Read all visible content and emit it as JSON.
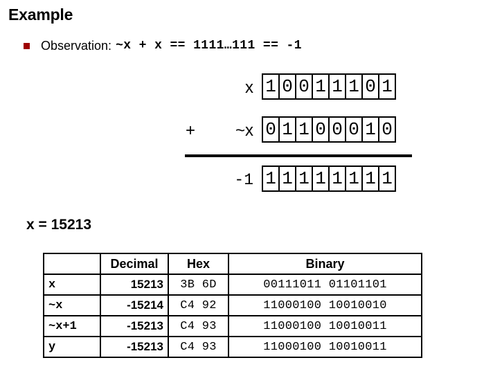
{
  "slide": {
    "title": "Example"
  },
  "bullet": {
    "marker_icon": "square-bullet-icon",
    "marker_color": "#9e0000",
    "label": "Observation:",
    "expression": "~x + x == 1111…111 == -1"
  },
  "bit_diagram": {
    "rows": [
      {
        "op": "",
        "label": "x",
        "label_mono": false,
        "bits": [
          "1",
          "0",
          "0",
          "1",
          "1",
          "1",
          "0",
          "1"
        ]
      },
      {
        "op": "+",
        "label": "~x",
        "label_mono": false,
        "bits": [
          "0",
          "1",
          "1",
          "0",
          "0",
          "0",
          "1",
          "0"
        ]
      },
      {
        "op": "",
        "label": "-1",
        "label_mono": true,
        "bits": [
          "1",
          "1",
          "1",
          "1",
          "1",
          "1",
          "1",
          "1"
        ]
      }
    ]
  },
  "result_heading": "x = 15213",
  "table": {
    "headers": [
      "",
      "Decimal",
      "Hex",
      "Binary"
    ],
    "rows": [
      {
        "label": "x",
        "decimal": "15213",
        "hex": "3B  6D",
        "binary": "00111011 01101101"
      },
      {
        "label": "~x",
        "decimal": "-15214",
        "hex": "C4  92",
        "binary": "11000100 10010010"
      },
      {
        "label": "~x+1",
        "decimal": "-15213",
        "hex": "C4  93",
        "binary": "11000100 10010011"
      },
      {
        "label": "y",
        "decimal": "-15213",
        "hex": "C4  93",
        "binary": "11000100 10010011"
      }
    ]
  }
}
